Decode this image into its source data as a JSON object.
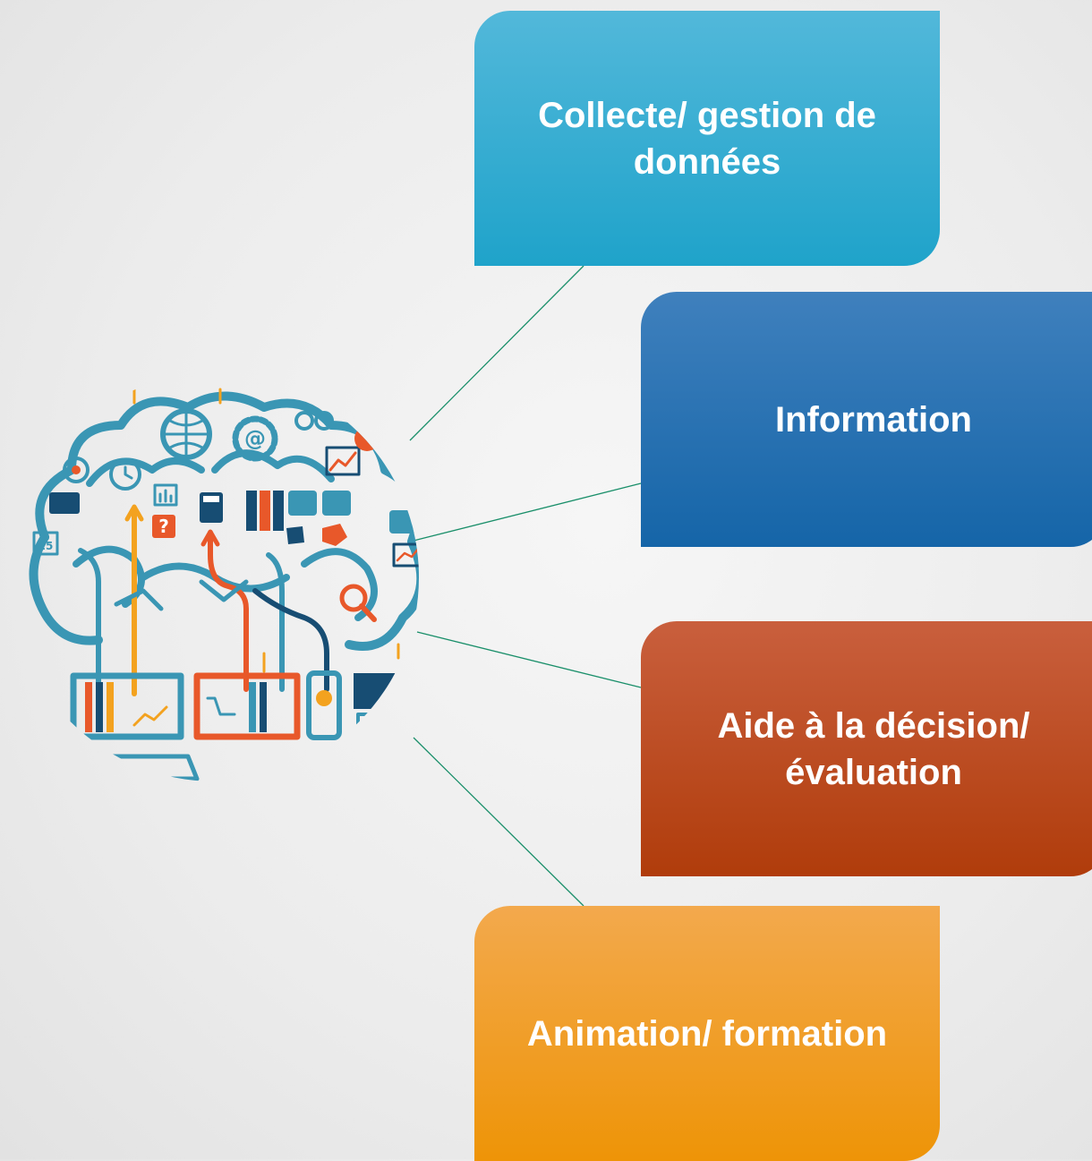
{
  "boxes": {
    "collecte": "Collecte/ gestion de données",
    "information": "Information",
    "aide": "Aide à la décision/ évaluation",
    "animation": "Animation/ formation"
  },
  "illustration": {
    "icon": "brain-technology-icon",
    "calendar_number": "25",
    "help_mark": "?"
  },
  "colors": {
    "collecte": "#2aa7cf",
    "information": "#1f6aac",
    "aide": "#b8441a",
    "animation": "#f09b10",
    "teal": "#3a96b4",
    "navy": "#174d73",
    "orange": "#e8582a",
    "yellow": "#f3a21f",
    "connector": "#1a8f6a"
  }
}
